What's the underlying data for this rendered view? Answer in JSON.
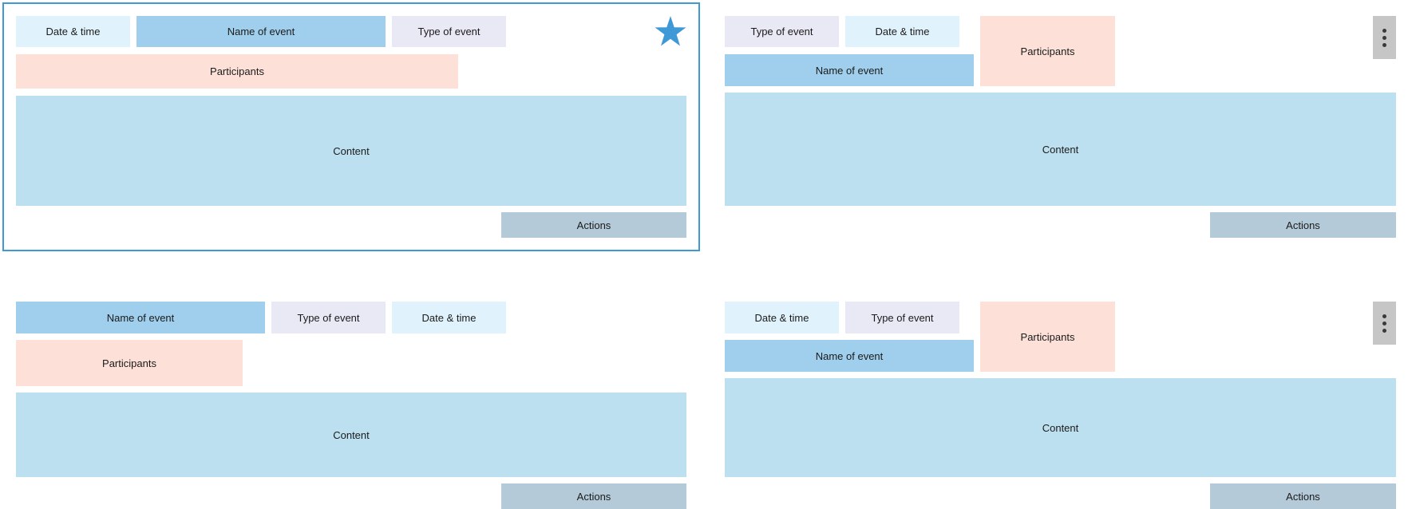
{
  "colors": {
    "date_time": "#e0f3fc",
    "name_of_event": "#9fcfec",
    "type_of_event": "#e9e8f5",
    "participants": "#fde1d8",
    "content": "#bde0f0",
    "actions": "#b4cad9",
    "selection_border": "#3f99d6",
    "star": "#3f99d6",
    "overflow_menu": "#c6c6c6"
  },
  "cards": [
    {
      "selected": true,
      "date_time": "Date & time",
      "name_of_event": "Name of event",
      "type_of_event": "Type of event",
      "participants": "Participants",
      "content": "Content",
      "actions": "Actions",
      "icon": "star-icon"
    },
    {
      "selected": false,
      "date_time": "Date & time",
      "name_of_event": "Name of event",
      "type_of_event": "Type of event",
      "participants": "Participants",
      "content": "Content",
      "actions": "Actions",
      "icon": "overflow-menu-icon"
    },
    {
      "selected": false,
      "date_time": "Date & time",
      "name_of_event": "Name of event",
      "type_of_event": "Type of event",
      "participants": "Participants",
      "content": "Content",
      "actions": "Actions",
      "icon": ""
    },
    {
      "selected": false,
      "date_time": "Date & time",
      "name_of_event": "Name of event",
      "type_of_event": "Type of event",
      "participants": "Participants",
      "content": "Content",
      "actions": "Actions",
      "icon": "overflow-menu-icon"
    }
  ]
}
